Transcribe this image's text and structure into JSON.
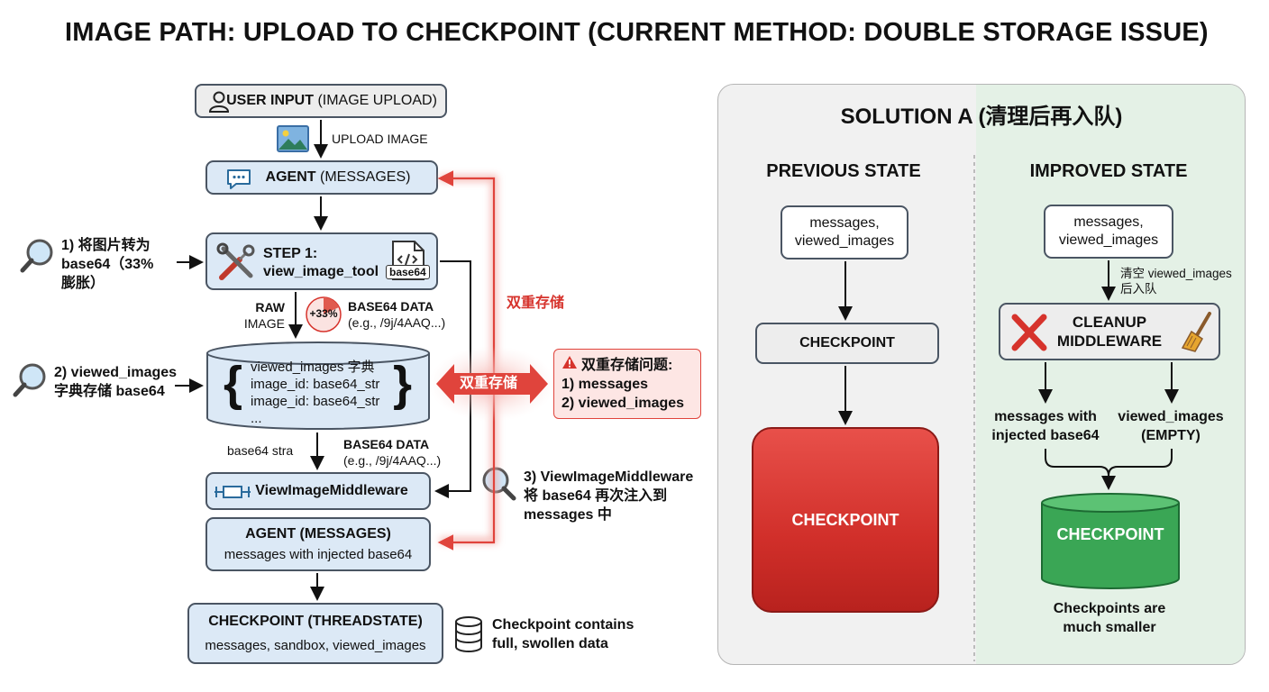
{
  "title": "IMAGE PATH: UPLOAD TO CHECKPOINT (CURRENT METHOD: DOUBLE STORAGE ISSUE)",
  "left_flow": {
    "user_input": {
      "bold": "USER INPUT",
      "rest": " (IMAGE UPLOAD)"
    },
    "upload_label": "UPLOAD IMAGE",
    "agent_top": {
      "bold": "AGENT",
      "rest": " (MESSAGES)"
    },
    "step1": {
      "line1": "STEP 1:",
      "line2": "view_image_tool",
      "badge": "base64"
    },
    "raw_image": {
      "line1": "RAW",
      "line2": "IMAGE"
    },
    "plus33": "+33%",
    "base64_data_1": {
      "line1": "BASE64 DATA",
      "line2": "(e.g., /9j/4AAQ...)"
    },
    "dict_box": {
      "title": "viewed_images 字典",
      "row1": "image_id: base64_str",
      "row2": "image_id: base64_str",
      "row3": "..."
    },
    "base64_stra": "base64 stra",
    "base64_data_2": {
      "line1": "BASE64 DATA",
      "line2": "(e.g., /9j/4AAQ...)"
    },
    "middleware": "ViewImageMiddleware",
    "agent_bottom": {
      "line1": "AGENT (MESSAGES)",
      "line2": "messages with injected base64"
    },
    "checkpoint": {
      "line1": "CHECKPOINT (THREADSTATE)",
      "line2": "messages, sandbox, viewed_images"
    },
    "checkpoint_note": {
      "line1": "Checkpoint contains",
      "line2": "full, swollen data"
    }
  },
  "annotations": {
    "note1": {
      "line1": "1) 将图片转为",
      "line2": "base64（33%",
      "line3": "膨胀）"
    },
    "note2": {
      "line1": "2) viewed_images",
      "line2": "字典存储 base64"
    },
    "note3": {
      "line1": "3) ViewImageMiddleware",
      "line2": "将 base64 再次注入到",
      "line3": "messages 中"
    },
    "double_storage_side": "双重存储",
    "double_storage_arrow": "双重存储",
    "problem_box": {
      "title": "双重存储问题:",
      "item1": "1) messages",
      "item2": "2) viewed_images"
    }
  },
  "solution_panel": {
    "title": "SOLUTION A (清理后再入队)",
    "previous": {
      "heading": "PREVIOUS STATE",
      "messages_box": {
        "line1": "messages,",
        "line2": "viewed_images"
      },
      "checkpoint_box": "CHECKPOINT",
      "big_checkpoint": "CHECKPOINT"
    },
    "improved": {
      "heading": "IMPROVED STATE",
      "messages_box": {
        "line1": "messages,",
        "line2": "viewed_images"
      },
      "clear_note": {
        "line1": "清空 viewed_images",
        "line2": "后入队"
      },
      "cleanup_box": {
        "line1": "CLEANUP",
        "line2": "MIDDLEWARE"
      },
      "left_out": {
        "line1": "messages with",
        "line2": "injected base64"
      },
      "right_out": {
        "line1": "viewed_images",
        "line2": "(EMPTY)"
      },
      "cylinder": "CHECKPOINT",
      "result": {
        "line1": "Checkpoints are",
        "line2": "much smaller"
      }
    }
  },
  "colors": {
    "blue_box": "#dce9f6",
    "grey_box": "#ededed",
    "red": "#d6332c",
    "green": "#3aa655",
    "green_panel": "#e4f1e6"
  }
}
